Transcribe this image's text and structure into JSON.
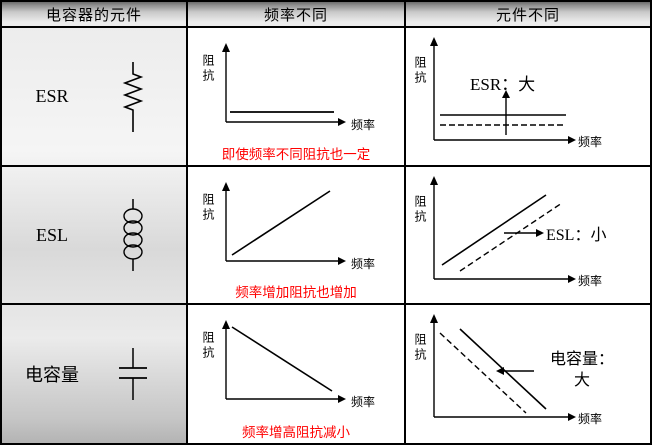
{
  "colors": {
    "caption": "#ff0000",
    "line": "#000000",
    "cell_background": "#ffffff",
    "border": "#000000"
  },
  "headers": {
    "col1": "电容器的元件",
    "col2": "频率不同",
    "col3": "元件不同"
  },
  "axis": {
    "y": "阻抗",
    "x": "频率"
  },
  "rows": [
    {
      "name": "ESR",
      "symbol": "resistor",
      "caption": "即使频率不同阻抗也一定",
      "annotation": "ESR：大",
      "mid_chart": {
        "type": "line",
        "x": "频率",
        "y": "阻抗",
        "trend": "constant"
      },
      "right_chart": {
        "type": "line",
        "trend": "constant",
        "lines": [
          "solid",
          "dashed"
        ],
        "shift": "up"
      }
    },
    {
      "name": "ESL",
      "symbol": "inductor",
      "caption": "频率增加阻抗也增加",
      "annotation": "ESL：小",
      "mid_chart": {
        "type": "line",
        "x": "频率",
        "y": "阻抗",
        "trend": "increasing"
      },
      "right_chart": {
        "type": "line",
        "trend": "increasing",
        "lines": [
          "solid",
          "dashed"
        ],
        "shift": "right"
      }
    },
    {
      "name": "电容量",
      "symbol": "capacitor",
      "caption": "频率增高阻抗减小",
      "annotation": "电容量：",
      "annotation2": "大",
      "mid_chart": {
        "type": "line",
        "x": "频率",
        "y": "阻抗",
        "trend": "decreasing"
      },
      "right_chart": {
        "type": "line",
        "trend": "decreasing",
        "lines": [
          "solid",
          "dashed"
        ],
        "shift": "left"
      }
    }
  ]
}
